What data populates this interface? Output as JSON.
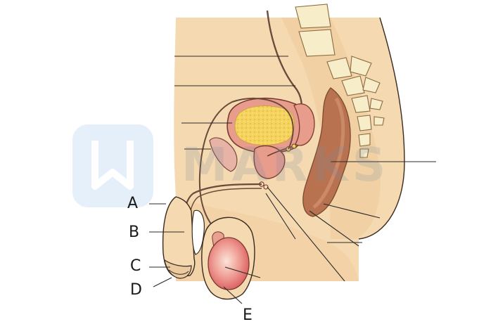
{
  "diagram": {
    "labels": [
      {
        "id": "A",
        "text": "A"
      },
      {
        "id": "B",
        "text": "B"
      },
      {
        "id": "C",
        "text": "C"
      },
      {
        "id": "D",
        "text": "D"
      },
      {
        "id": "E",
        "text": "E"
      }
    ],
    "watermark": {
      "text": "MARKS"
    },
    "colors": {
      "skin": "#f5d9b0",
      "skin_shadow": "#ecc898",
      "outline": "#3a2a20",
      "bladder_wall": "#e79c8c",
      "bladder_urine": "#f4d35e",
      "rectum": "#b97250",
      "testis": "#e8807d",
      "prostate": "#e79c8c",
      "vertebra": "#f8edc9",
      "watermark": "#cfe3f5"
    }
  }
}
